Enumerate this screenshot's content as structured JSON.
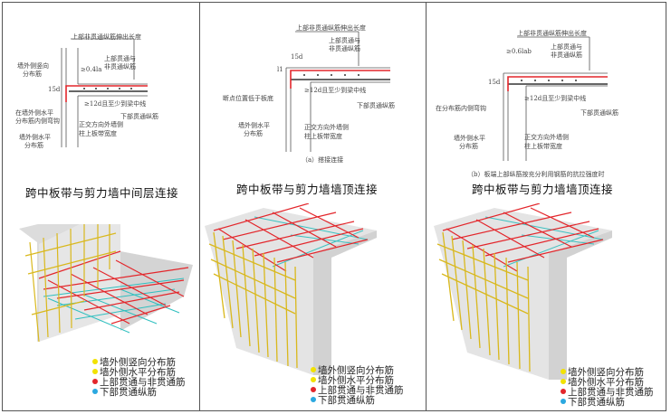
{
  "colors": {
    "vertical": "#f2e200",
    "horizontal": "#f2e200",
    "top": "#e3262b",
    "bottom": "#2ba8e0",
    "rebar_yellow": "#d9b81c",
    "rebar_red": "#e3262b",
    "rebar_cyan": "#3cc0c0"
  },
  "legend": [
    {
      "label": "墙外侧竖向分布筋",
      "color": "#f2e200"
    },
    {
      "label": "墙外侧水平分布筋",
      "color": "#f2e200"
    },
    {
      "label": "上部贯通与非贯通筋",
      "color": "#e3262b"
    },
    {
      "label": "下部贯通纵筋",
      "color": "#2ba8e0"
    }
  ],
  "panels": [
    {
      "title": "跨中板带与剪力墙中间层连接",
      "labels": {
        "ext": "上部非贯通纵筋伸出长度",
        "top": "上部贯通与",
        "top2": "非贯通纵筋",
        "anch": "≥0.4la",
        "vert1": "墙外侧竖向",
        "vert2": "分布筋",
        "d15": "15d",
        "d12": "≥12d且至少到梁中线",
        "bot": "下部贯通纵筋",
        "hook1": "在墙外侧水平",
        "hook2": "分布筋内侧弯钩",
        "wid1": "正交方向外墙侧",
        "wid2": "柱上板带宽度",
        "hor1": "墙外侧水平",
        "hor2": "分布筋"
      }
    },
    {
      "title": "跨中板带与剪力墙墙顶连接",
      "labels": {
        "ext": "上部非贯通纵筋伸出长度",
        "top": "上部贯通与",
        "top2": "非贯通纵筋",
        "d15": "15d",
        "l1": "l1",
        "d12": "≥12d且至少到梁中线",
        "brk": "断点位置低于板底",
        "bot": "下部贯通纵筋",
        "hor1": "墙外侧水平",
        "hor2": "分布筋",
        "wid1": "正交方向外墙侧",
        "wid2": "柱上板带宽度",
        "cap": "（a）搭接连接"
      }
    },
    {
      "title": "跨中板带与剪力墙墙顶连接",
      "labels": {
        "ext": "上部非贯通纵筋伸出长度",
        "top": "上部贯通与",
        "top2": "非贯通纵筋",
        "anch": "≥0.6lab",
        "d15": "15d",
        "d12": "≥12d且至少到梁中线",
        "hook": "在分布筋内侧弯钩",
        "bot": "下部贯通纵筋",
        "hor1": "墙外侧水平",
        "hor2": "分布筋",
        "wid1": "正交方向外墙侧",
        "wid2": "柱上板带宽度",
        "cap": "（b）板端上部纵筋按充分利用钢筋的抗拉强度时"
      }
    }
  ]
}
